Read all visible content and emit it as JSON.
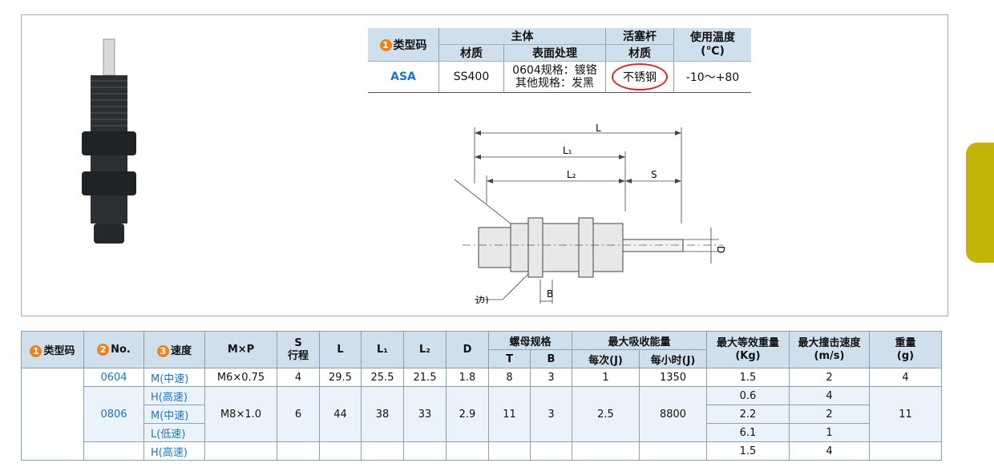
{
  "spec_table": {
    "h_type": "类型码",
    "h_body": "主体",
    "h_rod": "活塞杆",
    "h_temp": "使用温度",
    "h_temp_unit": "(℃)",
    "h_material": "材质",
    "h_surface": "表面处理",
    "h_rod_material": "材质",
    "type": "ASA",
    "material": "SS400",
    "surface_1": "0604规格：镀铬",
    "surface_2": "其他规格：发黑",
    "rod_material": "不锈钢",
    "temp": "-10～+80"
  },
  "diagram": {
    "L": "L",
    "L1": "L₁",
    "L2": "L₂",
    "S": "S",
    "D": "D",
    "B": "B",
    "note": "边)"
  },
  "badges": [
    "1",
    "2",
    "3"
  ],
  "bottom_table": {
    "h": {
      "type": "类型码",
      "no": "No.",
      "speed": "速度",
      "mxp": "M×P",
      "s1": "S",
      "s2": "行程",
      "L": "L",
      "L1": "L₁",
      "L2": "L₂",
      "D": "D",
      "nut": "螺母规格",
      "T": "T",
      "B": "B",
      "absorb": "最大吸收能量",
      "per": "每次(J)",
      "hour": "每小时(J)",
      "mass": "最大等效重量",
      "mass_unit": "(Kg)",
      "vel": "最大撞击速度",
      "vel_unit": "(m/s)",
      "weight": "重量",
      "weight_unit": "(g)"
    },
    "r0604": {
      "no": "0604",
      "speed": "M(中速)",
      "mxp": "M6×0.75",
      "s": "4",
      "L": "29.5",
      "L1": "25.5",
      "L2": "21.5",
      "D": "1.8",
      "T": "8",
      "B": "3",
      "per": "1",
      "hour": "1350",
      "mass": "1.5",
      "vel": "2",
      "weight": "4"
    },
    "r0806": {
      "no": "0806",
      "sp_h": "H(高速)",
      "sp_m": "M(中速)",
      "sp_l": "L(低速)",
      "mxp": "M8×1.0",
      "s": "6",
      "L": "44",
      "L1": "38",
      "L2": "33",
      "D": "2.9",
      "T": "11",
      "B": "3",
      "per": "2.5",
      "hour": "8800",
      "mass_h": "0.6",
      "mass_m": "2.2",
      "mass_l": "6.1",
      "vel_h": "4",
      "vel_m": "2",
      "vel_l": "1",
      "weight": "11"
    },
    "partial": {
      "speed": "H(高速)",
      "mass": "1.5",
      "vel": "4"
    }
  }
}
